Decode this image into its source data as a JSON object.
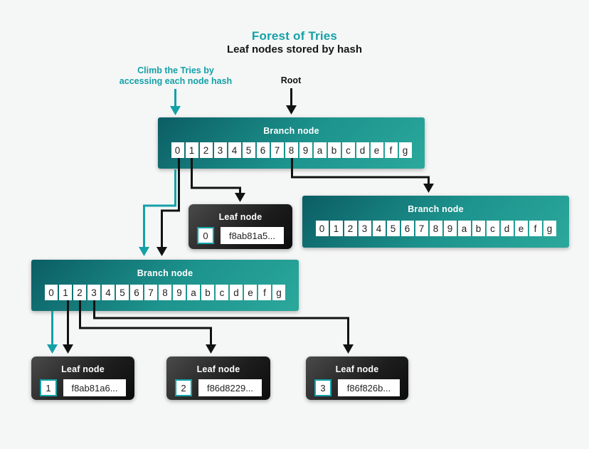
{
  "title": "Forest of Tries",
  "subtitle": "Leaf nodes stored by hash",
  "annotations": {
    "climb_note": "Climb the Tries by\naccessing each node hash",
    "root_label": "Root"
  },
  "branch_nodes": [
    {
      "id": "root-branch",
      "label": "Branch node",
      "cells": [
        "0",
        "1",
        "2",
        "3",
        "4",
        "5",
        "6",
        "7",
        "8",
        "9",
        "a",
        "b",
        "c",
        "d",
        "e",
        "f",
        "g"
      ]
    },
    {
      "id": "right-branch",
      "label": "Branch node",
      "cells": [
        "0",
        "1",
        "2",
        "3",
        "4",
        "5",
        "6",
        "7",
        "8",
        "9",
        "a",
        "b",
        "c",
        "d",
        "e",
        "f",
        "g"
      ]
    },
    {
      "id": "left-branch",
      "label": "Branch node",
      "cells": [
        "0",
        "1",
        "2",
        "3",
        "4",
        "5",
        "6",
        "7",
        "8",
        "9",
        "a",
        "b",
        "c",
        "d",
        "e",
        "f",
        "g"
      ]
    }
  ],
  "leaf_nodes": [
    {
      "label": "Leaf node",
      "index": "0",
      "hash": "f8ab81a5..."
    },
    {
      "label": "Leaf node",
      "index": "1",
      "hash": "f8ab81a6..."
    },
    {
      "label": "Leaf node",
      "index": "2",
      "hash": "f86d8229..."
    },
    {
      "label": "Leaf node",
      "index": "3",
      "hash": "f86f826b..."
    }
  ],
  "colors": {
    "teal": "#13a1a8",
    "branch_dark": "#0b5d64",
    "branch_light": "#2ba89c",
    "leaf_light": "#4a4a4a",
    "leaf_dark": "#0c0c0c",
    "line_black": "#121212",
    "background": "#f5f6f6"
  }
}
